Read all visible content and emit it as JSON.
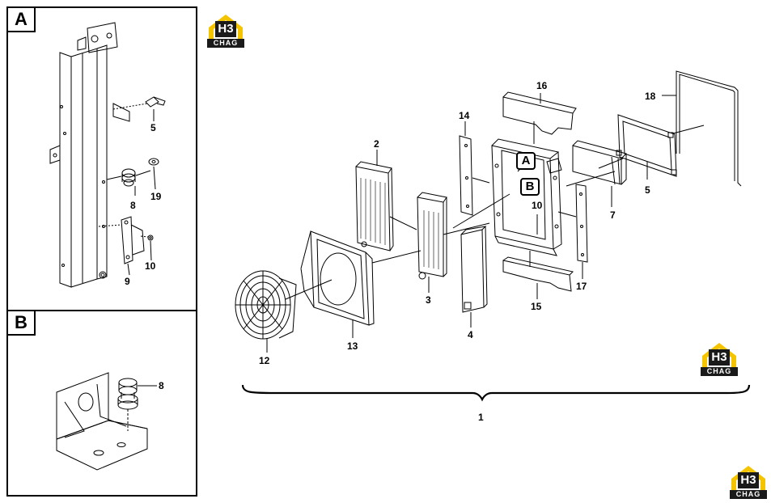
{
  "insets": {
    "a": {
      "tag": "A",
      "labels": [
        "5",
        "8",
        "19",
        "10",
        "9"
      ]
    },
    "b": {
      "tag": "B",
      "labels": [
        "8"
      ]
    }
  },
  "callouts": {
    "a": "A",
    "b": "B"
  },
  "part_labels": {
    "p1": "1",
    "p2": "2",
    "p3": "3",
    "p4": "4",
    "p5": "5",
    "p7": "7",
    "p10": "10",
    "p12": "12",
    "p13": "13",
    "p14": "14",
    "p15": "15",
    "p16": "16",
    "p17": "17",
    "p18": "18"
  },
  "logo": {
    "mark": "H3",
    "plate": "CHAG"
  },
  "colors": {
    "line": "#000000",
    "logo_yellow": "#f5c400",
    "logo_dark": "#1a1a1a"
  }
}
